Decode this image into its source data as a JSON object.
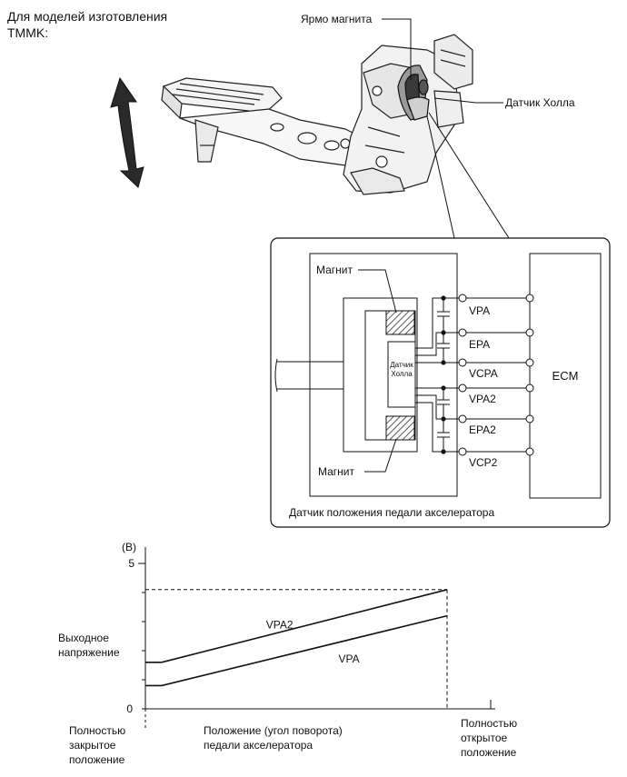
{
  "header": {
    "line1": "Для моделей изготовления",
    "line2": "TMMK:"
  },
  "callouts": {
    "yoke": "Ярмо магнита",
    "hall": "Датчик Холла"
  },
  "schematic": {
    "magnet_top": "Магнит",
    "magnet_bottom": "Магнит",
    "hall_line1": "Датчик",
    "hall_line2": "Холла",
    "terminals": [
      "VPA",
      "EPA",
      "VCPA",
      "VPA2",
      "EPA2",
      "VCP2"
    ],
    "ecm": "ECM",
    "caption": "Датчик положения педали акселератора"
  },
  "chart_data": {
    "type": "line",
    "y_unit": "(В)",
    "ylabel_line1": "Выходное",
    "ylabel_line2": "напряжение",
    "xlabel_line1": "Положение (угол поворота)",
    "xlabel_line2": "педали акселератора",
    "x_start_line1": "Полностью",
    "x_start_line2": "закрытое",
    "x_start_line3": "положение",
    "x_end_line1": "Полностью",
    "x_end_line2": "открытое",
    "x_end_line3": "положение",
    "y_ticks": [
      "0",
      "5"
    ],
    "ylim": [
      0,
      5
    ],
    "x": [
      0,
      1
    ],
    "series": [
      {
        "name": "VPA2",
        "values": [
          1.6,
          4.1
        ]
      },
      {
        "name": "VPA",
        "values": [
          0.8,
          3.2
        ]
      }
    ],
    "max_dashed_level": 4.1
  }
}
